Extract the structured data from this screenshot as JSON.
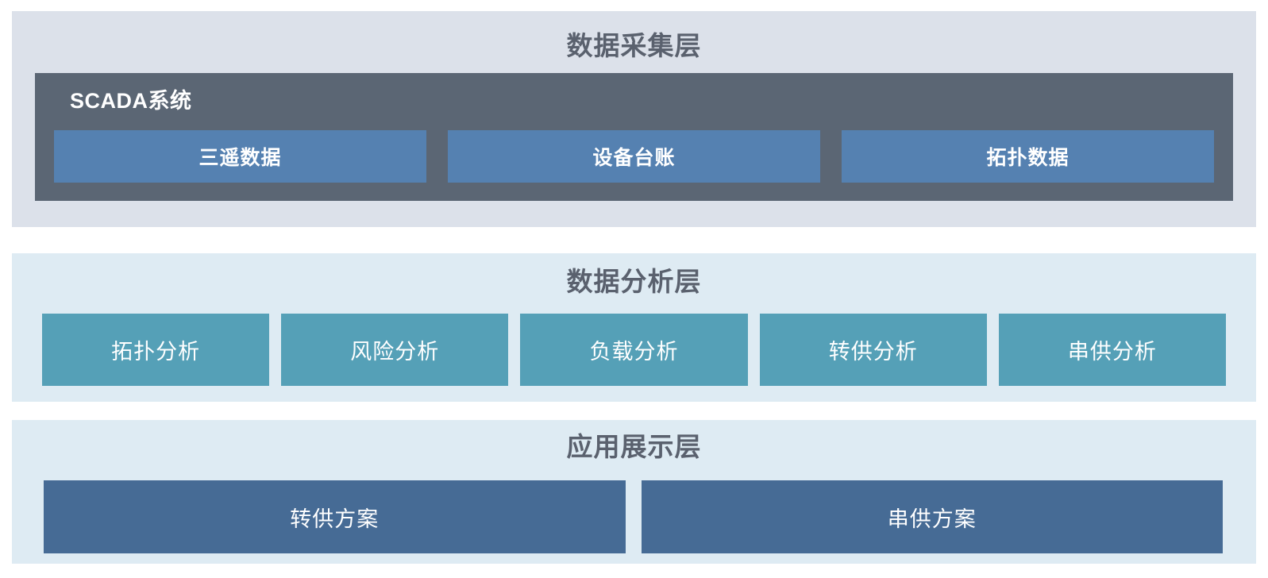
{
  "colors": {
    "page_bg": "#ffffff",
    "collect_layer_bg": "#dce1ea",
    "analysis_layer_bg": "#deebf3",
    "app_layer_bg": "#deebf3",
    "layer_title_text": "#5a616e",
    "scada_container_bg": "#5b6674",
    "scada_item_bg": "#5581b1",
    "analysis_item_bg": "#55a0b7",
    "plan_item_bg": "#466b95",
    "box_text": "#ffffff"
  },
  "layers": [
    {
      "title": "数据采集层",
      "scada": {
        "label": "SCADA系统",
        "items": [
          "三遥数据",
          "设备台账",
          "拓扑数据"
        ]
      }
    },
    {
      "title": "数据分析层",
      "items": [
        "拓扑分析",
        "风险分析",
        "负载分析",
        "转供分析",
        "串供分析"
      ]
    },
    {
      "title": "应用展示层",
      "items": [
        "转供方案",
        "串供方案"
      ]
    }
  ]
}
